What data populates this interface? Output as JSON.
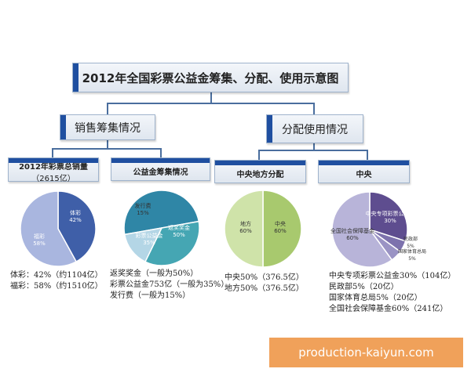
{
  "title": "2012年全国彩票公益金筹集、分配、使用示意图",
  "sections": {
    "sales": "销售筹集情况",
    "allocation": "分配使用情况"
  },
  "boxes": {
    "sales_total": "2012年彩票总销量",
    "sales_total_sub": "（2615亿）",
    "fund_raise": "公益金筹集情况",
    "central_local": "中央地方分配",
    "central": "中央"
  },
  "notes": {
    "sales": [
      "体彩：42%（约1104亿）",
      "福彩：58%（约1510亿）"
    ],
    "fund": [
      "返奖奖金（一般为50%）",
      "彩票公益金753亿（一般为35%）",
      "发行费（一般为15%）"
    ],
    "central_local": [
      "中央50%（376.5亿）",
      "地方50%（376.5亿）"
    ],
    "central": [
      "中央专项彩票公益金30%（104亿）",
      "民政部5%（20亿）",
      "国家体育总局5%（20亿）",
      "全国社会保障基金60%（241亿）"
    ]
  },
  "watermark": "production-kaiyun.com",
  "colors": {
    "line": "#4a6e9e",
    "tab": "#1f4fa0",
    "pie1_a": "#3f5fa8",
    "pie1_b": "#a9b6df",
    "pie2_a": "#2f86a6",
    "pie2_b": "#45a6b3",
    "pie2_c": "#b4d6e6",
    "pie3_a": "#a8c96e",
    "pie3_b": "#cfe3a9",
    "pie4_a": "#b8b4d9",
    "pie4_b": "#5e4d8f",
    "pie4_c": "#7d72ad",
    "pie4_d": "#9a93c4",
    "watermark_bg": "#f0a15a"
  },
  "chart_data": [
    {
      "type": "pie",
      "slices": [
        {
          "label": "体彩",
          "pct": "42%",
          "value": 42
        },
        {
          "label": "福彩",
          "pct": "58%",
          "value": 58
        }
      ]
    },
    {
      "type": "pie",
      "slices": [
        {
          "label": "返奖奖金",
          "pct": "50%",
          "value": 50
        },
        {
          "label": "彩票公益金",
          "pct": "35%",
          "value": 35
        },
        {
          "label": "发行费",
          "pct": "15%",
          "value": 15
        }
      ]
    },
    {
      "type": "pie",
      "slices": [
        {
          "label": "中央",
          "pct": "60%",
          "value": 50
        },
        {
          "label": "地方",
          "pct": "60%",
          "value": 50
        }
      ]
    },
    {
      "type": "pie",
      "slices": [
        {
          "label": "中央专项彩票公益金",
          "pct": "30%",
          "value": 30
        },
        {
          "label": "民政部",
          "pct": "5%",
          "value": 5
        },
        {
          "label": "国家体育总局",
          "pct": "5%",
          "value": 5
        },
        {
          "label": "全国社会保障基金",
          "pct": "60%",
          "value": 60
        }
      ]
    }
  ]
}
